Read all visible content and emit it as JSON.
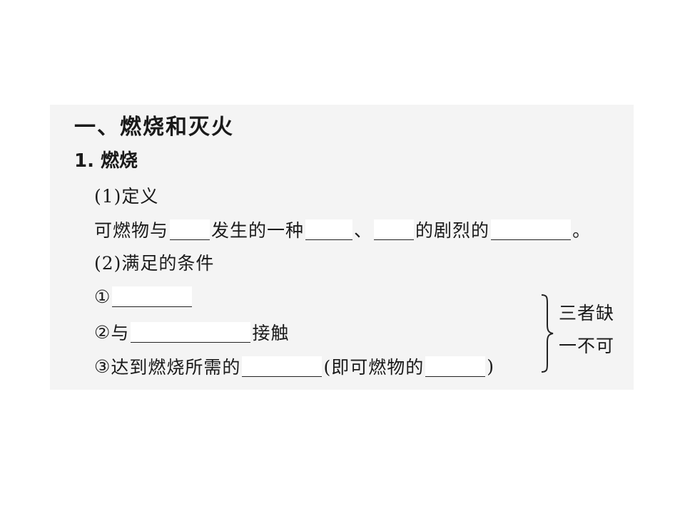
{
  "section_title": "一、燃烧和灭火",
  "subsection_title": "1. 燃烧",
  "def_heading": "(1)定义",
  "def": {
    "part1": "可燃物与",
    "part2": "发生的一种",
    "part3": "、",
    "part4": "的剧烈的",
    "part5": "。"
  },
  "cond_heading": "(2)满足的条件",
  "cond1": {
    "marker": "①"
  },
  "cond2": {
    "marker": "②",
    "prefix": "与",
    "suffix": "接触"
  },
  "cond3": {
    "marker": "③",
    "prefix": "达到燃烧所需的",
    "paren_open": "(即可燃物的",
    "paren_close": ")"
  },
  "note_line1": "三者缺",
  "note_line2": "一不可"
}
